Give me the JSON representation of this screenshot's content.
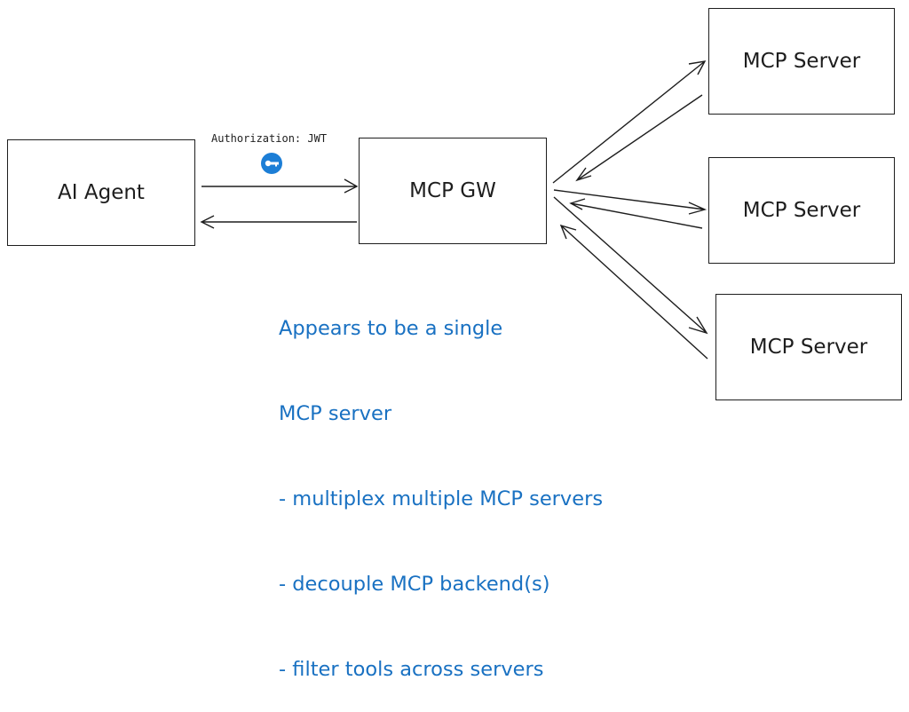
{
  "nodes": {
    "agent": "AI Agent",
    "gateway": "MCP GW",
    "servers": [
      "MCP Server",
      "MCP Server",
      "MCP Server"
    ]
  },
  "auth_label": "Authorization: JWT",
  "auth_icon": "key-icon",
  "note_lines": [
    "Appears to be a single",
    "MCP server",
    "- multiplex multiple MCP servers",
    "- decouple MCP backend(s)",
    "- filter tools across servers"
  ],
  "colors": {
    "stroke": "#1e1e1e",
    "note": "#1971c2",
    "icon": "#1c7ed6"
  }
}
